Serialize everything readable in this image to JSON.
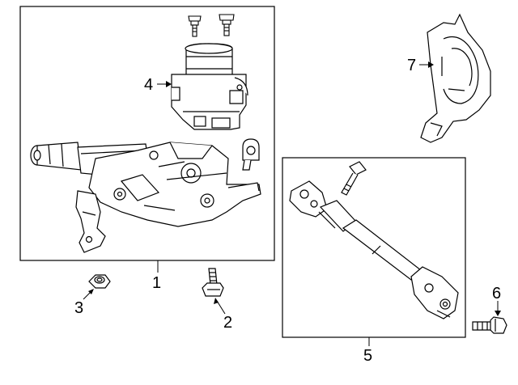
{
  "diagram": {
    "background": "#ffffff",
    "line_color": "#000000",
    "parts": [
      {
        "callout": "1",
        "name": "steering-column-assembly"
      },
      {
        "callout": "2",
        "name": "bolt"
      },
      {
        "callout": "3",
        "name": "nut"
      },
      {
        "callout": "4",
        "name": "steering-motor-module"
      },
      {
        "callout": "5",
        "name": "intermediate-shaft"
      },
      {
        "callout": "6",
        "name": "bolt"
      },
      {
        "callout": "7",
        "name": "column-cover"
      }
    ]
  }
}
